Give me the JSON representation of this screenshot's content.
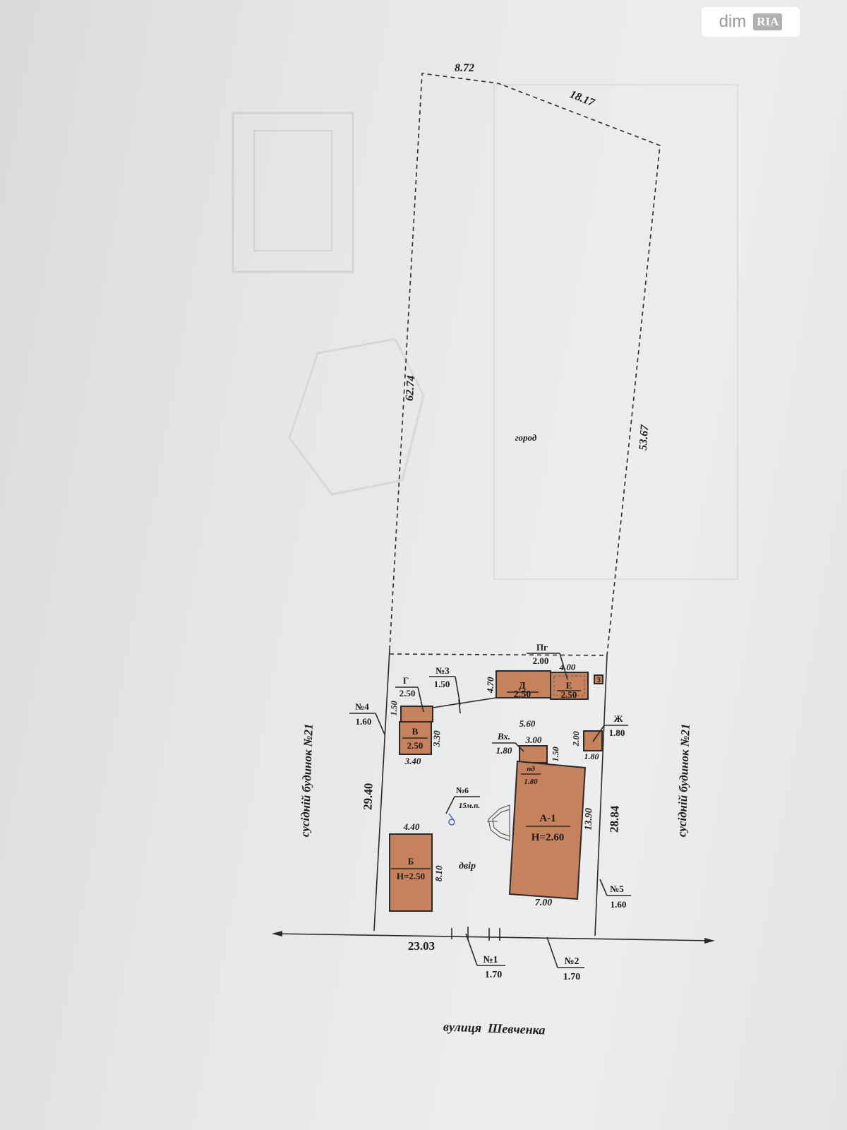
{
  "watermark": {
    "part1": "dim",
    "part2": "RIA"
  },
  "colors": {
    "building": "#c5825c",
    "paper": "#e6e7e9",
    "line": "#2a2a2a",
    "well": "#3a5fb0"
  },
  "plot": {
    "top_left_side": "8.72",
    "top_right_side": "18.17",
    "left_side_upper": "62.74",
    "right_side_upper": "53.67",
    "left_side_lower": "29.40",
    "right_side_lower": "28.84",
    "front_side": "23.03",
    "garden_label": "город",
    "yard_label": "двір",
    "street_label": "вулиця  Шевченка",
    "neighbor_left": "сусідній будинок №21",
    "neighbor_right": "сусідній будинок №21"
  },
  "buildings": {
    "A": {
      "name": "А-1",
      "height": "Н=2.60",
      "width": "7.00",
      "length": "13.90"
    },
    "B": {
      "name": "Б",
      "height": "Н=2.50",
      "width": "4.40",
      "length": "8.10"
    },
    "V": {
      "name": "В",
      "height": "2.50",
      "width": "3.40",
      "length": "3.30"
    },
    "G": {
      "name": "Г",
      "height": "2.50",
      "length": "1.50"
    },
    "D": {
      "name": "Д",
      "height": "2.50",
      "width": "5.60",
      "length": "4.70"
    },
    "E": {
      "name": "Е",
      "height": "2.50",
      "width": "4.00"
    },
    "Pg": {
      "name": "Пг",
      "height": "2.00"
    },
    "Zh": {
      "name": "Ж",
      "height": "1.80",
      "width": "1.80",
      "length": "2.00"
    },
    "Vx": {
      "name": "Вх.",
      "height": "1.80",
      "width": "3.00",
      "length": "1.50"
    },
    "pd": {
      "name": "пд",
      "height": "1.80"
    },
    "Z": {
      "name": "З"
    }
  },
  "fences": [
    {
      "name": "№1",
      "height": "1.70"
    },
    {
      "name": "№2",
      "height": "1.70"
    },
    {
      "name": "№3",
      "height": "1.50"
    },
    {
      "name": "№4",
      "height": "1.60"
    },
    {
      "name": "№5",
      "height": "1.60"
    },
    {
      "name": "№6",
      "height": "15м.п."
    }
  ]
}
